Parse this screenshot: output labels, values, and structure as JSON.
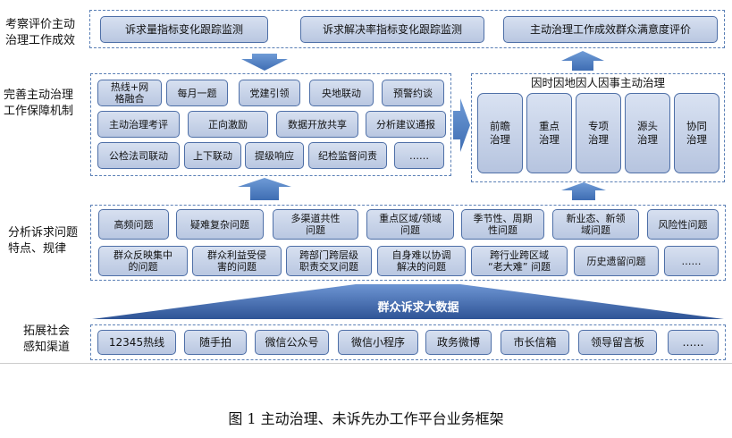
{
  "row_labels": {
    "evaluation": [
      "考察评价主动",
      "治理工作成效"
    ],
    "mechanism": [
      "完善主动治理",
      "工作保障机制"
    ],
    "analysis": [
      "分析诉求问题",
      "特点、规律"
    ],
    "channels": [
      "拓展社会",
      "感知渠道"
    ]
  },
  "evaluation_items": [
    "诉求量指标变化跟踪监测",
    "诉求解决率指标变化跟踪监测",
    "主动治理工作成效群众满意度评价"
  ],
  "mechanism_items": [
    "热线+网\n格融合",
    "每月一题",
    "党建引领",
    "央地联动",
    "预警约谈",
    "主动治理考评",
    "正向激励",
    "数据开放共享",
    "分析建议通报",
    "公检法司联动",
    "上下联动",
    "提级响应",
    "纪检监督问责",
    "……"
  ],
  "governance": {
    "title": "因时因地因人因事主动治理",
    "items": [
      "前瞻\n治理",
      "重点\n治理",
      "专项\n治理",
      "源头\n治理",
      "协同\n治理"
    ]
  },
  "analysis_items": [
    "高频问题",
    "疑难复杂问题",
    "多渠道共性\n问题",
    "重点区域/领域\n问题",
    "季节性、周期\n性问题",
    "新业态、新领\n域问题",
    "风险性问题",
    "群众反映集中\n的问题",
    "群众利益受侵\n害的问题",
    "跨部门跨层级\n职责交叉问题",
    "自身难以协调\n解决的问题",
    "跨行业跨区域\n“老大难” 问题",
    "历史遗留问题",
    "……"
  ],
  "big_data": "群众诉求大数据",
  "channel_items": [
    "12345热线",
    "随手拍",
    "微信公众号",
    "微信小程序",
    "政务微博",
    "市长信箱",
    "领导留言板",
    "……"
  ],
  "caption": "图 1    主动治理、未诉先办工作平台业务框架",
  "colors": {
    "fill_top": "#d7e0f0",
    "fill_bottom": "#b9c7e1",
    "border": "#4e6fa7",
    "arrow": "#4a7cc4",
    "banner": "#2f5496"
  }
}
